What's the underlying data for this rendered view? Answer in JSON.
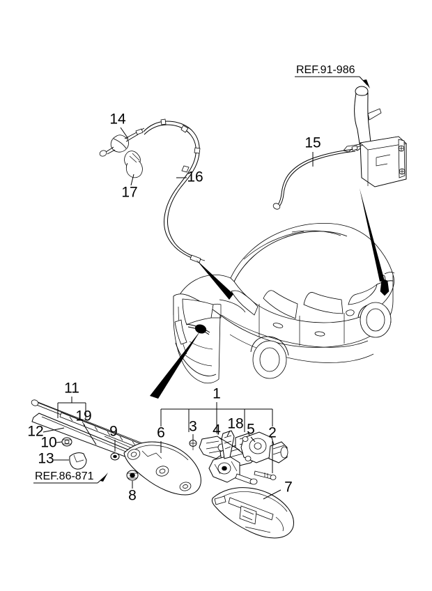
{
  "diagram": {
    "title": "Rear Wiper and Washer Assembly Exploded Parts Diagram",
    "vehicle": "SUV rear three-quarter view",
    "background_color": "#ffffff",
    "line_color": "#000000"
  },
  "references": [
    {
      "id": "ref-91-986",
      "label": "REF.91-986"
    },
    {
      "id": "ref-86-871",
      "label": "REF.86-871"
    }
  ],
  "callouts": [
    {
      "id": "callout-1",
      "label": "1"
    },
    {
      "id": "callout-2",
      "label": "2"
    },
    {
      "id": "callout-3",
      "label": "3"
    },
    {
      "id": "callout-4",
      "label": "4"
    },
    {
      "id": "callout-5",
      "label": "5"
    },
    {
      "id": "callout-6",
      "label": "6"
    },
    {
      "id": "callout-7",
      "label": "7"
    },
    {
      "id": "callout-8",
      "label": "8"
    },
    {
      "id": "callout-9",
      "label": "9"
    },
    {
      "id": "callout-10",
      "label": "10"
    },
    {
      "id": "callout-11",
      "label": "11"
    },
    {
      "id": "callout-12",
      "label": "12"
    },
    {
      "id": "callout-13",
      "label": "13"
    },
    {
      "id": "callout-14",
      "label": "14"
    },
    {
      "id": "callout-15",
      "label": "15"
    },
    {
      "id": "callout-16",
      "label": "16"
    },
    {
      "id": "callout-17",
      "label": "17"
    },
    {
      "id": "callout-18",
      "label": "18"
    },
    {
      "id": "callout-19",
      "label": "19"
    }
  ]
}
